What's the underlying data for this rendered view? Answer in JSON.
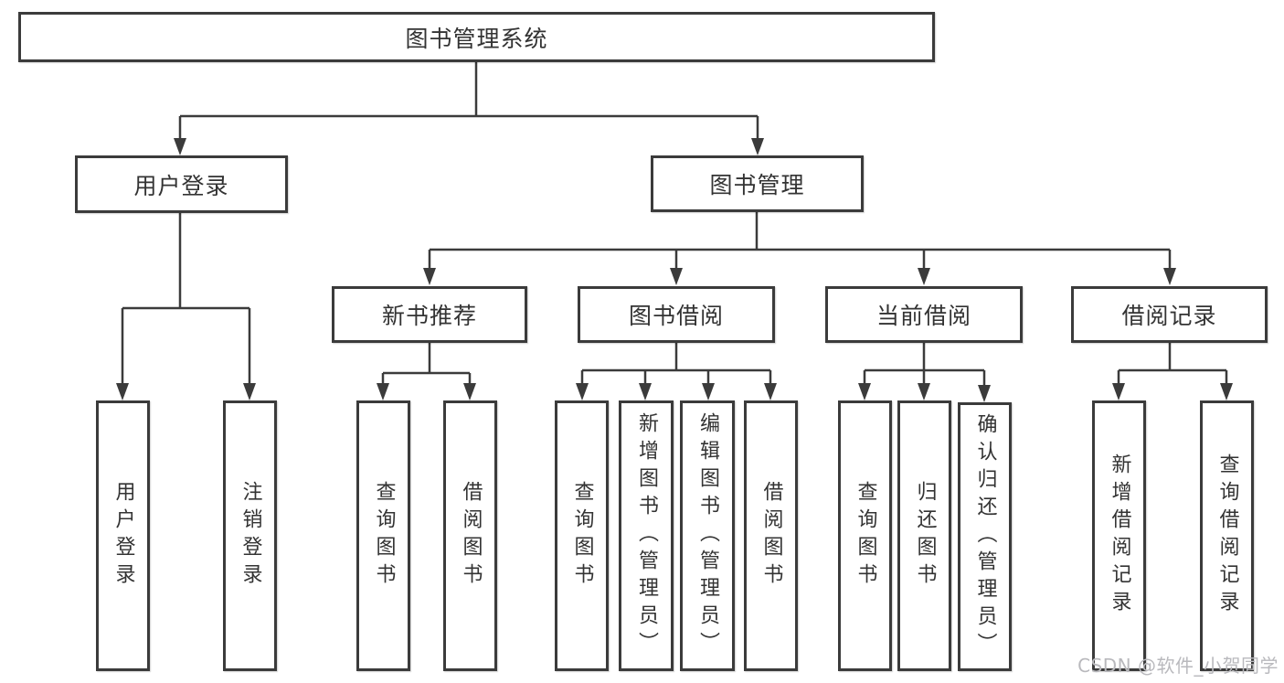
{
  "root": "图书管理系统",
  "branches": {
    "user_login": "用户登录",
    "book_management": "图书管理"
  },
  "modules": {
    "new_book_recommend": "新书推荐",
    "book_borrowing": "图书借阅",
    "current_borrowing": "当前借阅",
    "borrowing_records": "借阅记录"
  },
  "leaves": {
    "user_login": {
      "login": "用户登录",
      "logout": "注销登录"
    },
    "new_book_recommend": {
      "query_books": "查询图书",
      "borrow_books": "借阅图书"
    },
    "book_borrowing": {
      "query_books": "查询图书",
      "add_books": "新增图书（管理员）",
      "edit_books": "编辑图书（管理员）",
      "borrow_books": "借阅图书"
    },
    "current_borrowing": {
      "query_books": "查询图书",
      "return_books": "归还图书",
      "confirm_return": "确认归还（管理员）"
    },
    "borrowing_records": {
      "add_record": "新增借阅记录",
      "query_record": "查询借阅记录"
    }
  },
  "watermark": "CSDN @软件_小贺同学",
  "colors": {
    "line": "#3b3b3b",
    "text": "#333333",
    "watermark": "#b9b9bd",
    "background": "#ffffff"
  }
}
